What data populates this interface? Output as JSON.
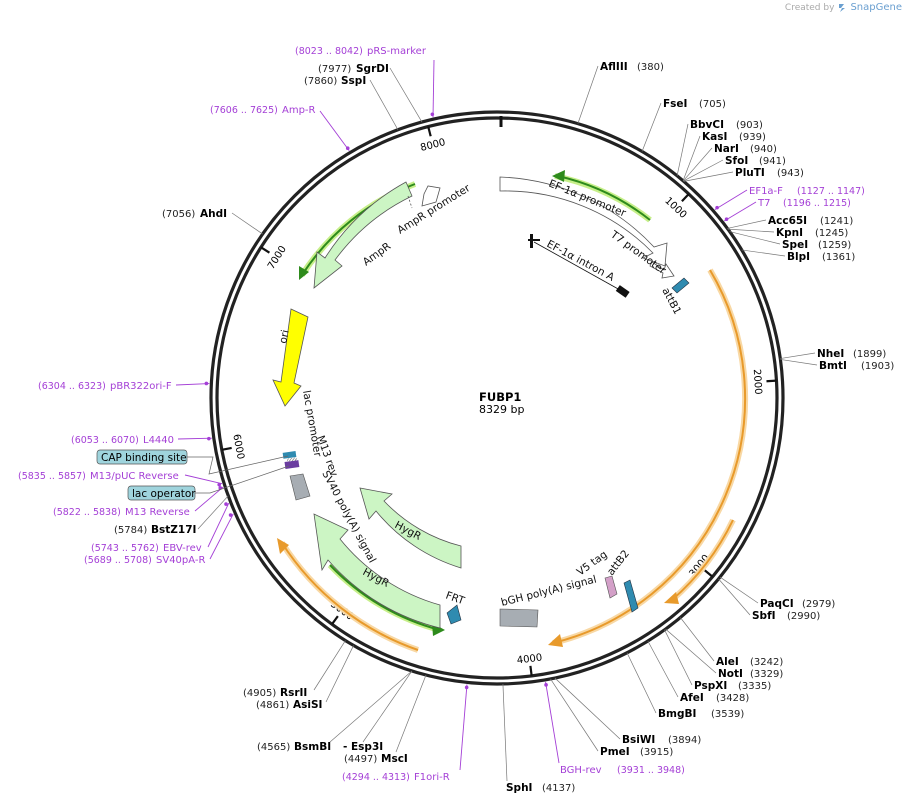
{
  "credit": {
    "prefix": "Created by",
    "brand": "SnapGene"
  },
  "plasmid": {
    "name": "FUBP1",
    "size_text": "8329 bp",
    "length": 8329
  },
  "ticks": [
    {
      "pos": 1000,
      "label": "1000"
    },
    {
      "pos": 2000,
      "label": "2000"
    },
    {
      "pos": 3000,
      "label": "3000"
    },
    {
      "pos": 4000,
      "label": "4000"
    },
    {
      "pos": 5000,
      "label": "5000"
    },
    {
      "pos": 6000,
      "label": "6000"
    },
    {
      "pos": 7000,
      "label": "7000"
    },
    {
      "pos": 8000,
      "label": "8000"
    }
  ],
  "enzymes": [
    {
      "name": "AflIII",
      "pos_text": "(380)",
      "pos": 380
    },
    {
      "name": "FseI",
      "pos_text": "(705)",
      "pos": 705
    },
    {
      "name": "BbvCI",
      "pos_text": "(903)",
      "pos": 903
    },
    {
      "name": "KasI",
      "pos_text": "(939)",
      "pos": 939
    },
    {
      "name": "NarI",
      "pos_text": "(940)",
      "pos": 940
    },
    {
      "name": "SfoI",
      "pos_text": "(941)",
      "pos": 941
    },
    {
      "name": "PluTI",
      "pos_text": "(943)",
      "pos": 943
    },
    {
      "name": "Acc65I",
      "pos_text": "(1241)",
      "pos": 1241
    },
    {
      "name": "KpnI",
      "pos_text": "(1245)",
      "pos": 1245
    },
    {
      "name": "SpeI",
      "pos_text": "(1259)",
      "pos": 1259
    },
    {
      "name": "BlpI",
      "pos_text": "(1361)",
      "pos": 1361
    },
    {
      "name": "NheI",
      "pos_text": "(1899)",
      "pos": 1899
    },
    {
      "name": "BmtI",
      "pos_text": "(1903)",
      "pos": 1903
    },
    {
      "name": "PaqCI",
      "pos_text": "(2979)",
      "pos": 2979
    },
    {
      "name": "SbfI",
      "pos_text": "(2990)",
      "pos": 2990
    },
    {
      "name": "AleI",
      "pos_text": "(3242)",
      "pos": 3242
    },
    {
      "name": "NotI",
      "pos_text": "(3329)",
      "pos": 3329
    },
    {
      "name": "PspXI",
      "pos_text": "(3335)",
      "pos": 3335
    },
    {
      "name": "AfeI",
      "pos_text": "(3428)",
      "pos": 3428
    },
    {
      "name": "BmgBI",
      "pos_text": "(3539)",
      "pos": 3539
    },
    {
      "name": "BsiWI",
      "pos_text": "(3894)",
      "pos": 3894
    },
    {
      "name": "PmeI",
      "pos_text": "(3915)",
      "pos": 3915
    },
    {
      "name": "SphI",
      "pos_text": "(4137)",
      "pos": 4137
    },
    {
      "name": "MscI",
      "pos_text": "(4497)",
      "pos": 4497
    },
    {
      "name": "Esp3I",
      "pos_text": "",
      "prefix": "- ",
      "pos": 4565
    },
    {
      "name": "BsmBI",
      "pos_text": "(4565)",
      "pos": 4565
    },
    {
      "name": "AsiSI",
      "pos_text": "(4861)",
      "pos": 4861
    },
    {
      "name": "RsrII",
      "pos_text": "(4905)",
      "pos": 4905
    },
    {
      "name": "BstZ17I",
      "pos_text": "(5784)",
      "pos": 5784
    },
    {
      "name": "AhdI",
      "pos_text": "(7056)",
      "pos": 7056
    },
    {
      "name": "SspI",
      "pos_text": "(7860)",
      "pos": 7860
    },
    {
      "name": "SgrDI",
      "pos_text": "(7977)",
      "pos": 7977
    }
  ],
  "primers": [
    {
      "name": "EF1a-F",
      "range_text": "(1127 .. 1147)",
      "pos": 1137
    },
    {
      "name": "T7",
      "range_text": "(1196 .. 1215)",
      "pos": 1205
    },
    {
      "name": "BGH-rev",
      "range_text": "(3931 .. 3948)",
      "pos": 3940
    },
    {
      "name": "F1ori-R",
      "range_text": "(4294 .. 4313)",
      "pos": 4303
    },
    {
      "name": "SV40pA-R",
      "range_text": "(5689 .. 5708)",
      "pos": 5698
    },
    {
      "name": "EBV-rev",
      "range_text": "(5743 .. 5762)",
      "pos": 5752
    },
    {
      "name": "M13 Reverse",
      "range_text": "(5822 .. 5838)",
      "pos": 5830
    },
    {
      "name": "M13/pUC Reverse",
      "range_text": "(5835 .. 5857)",
      "pos": 5846
    },
    {
      "name": "L4440",
      "range_text": "(6053 .. 6070)",
      "pos": 6061
    },
    {
      "name": "pBR322ori-F",
      "range_text": "(6304 .. 6323)",
      "pos": 6313
    },
    {
      "name": "Amp-R",
      "range_text": "(7606 .. 7625)",
      "pos": 7615
    },
    {
      "name": "pRS-marker",
      "range_text": "(8023 .. 8042)",
      "pos": 8032
    }
  ],
  "boxed_features": [
    {
      "name": "CAP binding site"
    },
    {
      "name": "lac operator"
    }
  ],
  "features": [
    {
      "name": "EF-1α promoter",
      "type": "promoter"
    },
    {
      "name": "T7 promoter",
      "type": "promoter"
    },
    {
      "name": "EF-1α intron A",
      "type": "intron"
    },
    {
      "name": "attB1",
      "type": "recombination site"
    },
    {
      "name": "V5 tag",
      "type": "tag"
    },
    {
      "name": "attB2",
      "type": "recombination site"
    },
    {
      "name": "bGH poly(A) signal",
      "type": "polyA signal"
    },
    {
      "name": "FRT",
      "type": "recombination site"
    },
    {
      "name": "HygR",
      "type": "CDS"
    },
    {
      "name": "HygR",
      "type": "CDS"
    },
    {
      "name": "SV40 poly(A) signal",
      "type": "polyA signal"
    },
    {
      "name": "M13 rev",
      "type": "primer bind"
    },
    {
      "name": "lac promoter",
      "type": "promoter"
    },
    {
      "name": "ori",
      "type": "rep origin"
    },
    {
      "name": "AmpR",
      "type": "CDS"
    },
    {
      "name": "AmpR promoter",
      "type": "promoter"
    }
  ],
  "colors": {
    "backbone": "#222222",
    "primer": "#a43fd6",
    "cds_fill": "#ccf5c4",
    "ori_fill": "#ffff00",
    "orf_orange": "#e89a2b",
    "orf_halo": "#f8d8a4",
    "green_arrow": "#2e8b1c",
    "green_halo": "#c7ef8a",
    "attb_teal": "#2f8bb0",
    "polya_gray": "#a7adb3",
    "v5_pink": "#d3a0c8",
    "box_fill": "#9fd4dd"
  }
}
